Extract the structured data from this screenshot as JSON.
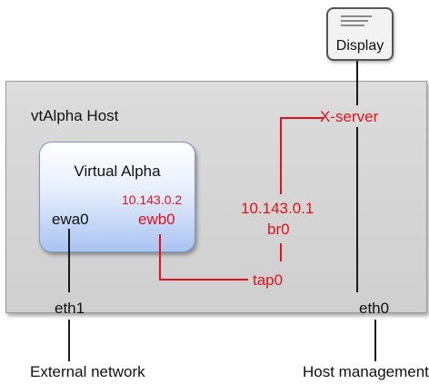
{
  "colors": {
    "network_red": "#e3101a",
    "line_black": "#1a1a1a",
    "host_bg": "#d6d6d6",
    "vm_blue": "#a9c3f2"
  },
  "display": {
    "label": "Display",
    "icon": "monitor-icon"
  },
  "host": {
    "title": "vtAlpha Host",
    "xserver": "X-server",
    "bridge_ip": "10.143.0.1",
    "bridge": "br0",
    "tap": "tap0",
    "eth1": "eth1",
    "eth0": "eth0"
  },
  "vm": {
    "title": "Virtual Alpha",
    "ewa0": "ewa0",
    "ewb0": "ewb0",
    "ewb0_ip": "10.143.0.2"
  },
  "external": {
    "left": "External network",
    "right": "Host management"
  }
}
